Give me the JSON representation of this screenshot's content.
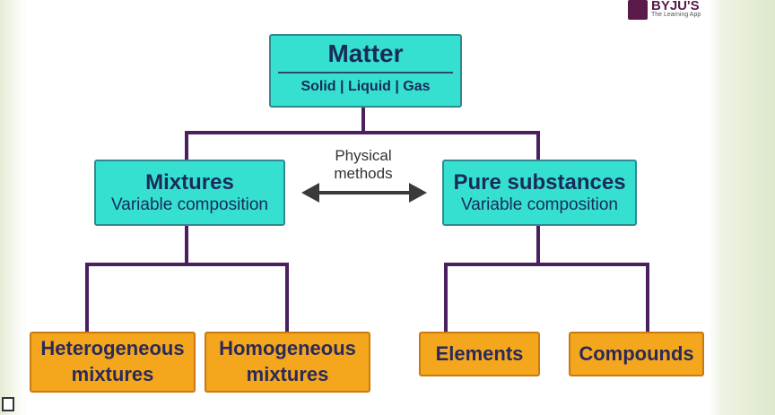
{
  "logo": {
    "brand": "BYJU'S",
    "tagline": "The Learning App"
  },
  "root": {
    "title": "Matter",
    "states": [
      "Solid",
      "Liquid",
      "Gas"
    ]
  },
  "mixtures": {
    "title": "Mixtures",
    "subtitle": "Variable composition"
  },
  "pure": {
    "title": "Pure substances",
    "subtitle": "Variable composition"
  },
  "arrow_label": {
    "line1": "Physical",
    "line2": "methods"
  },
  "leaves": [
    {
      "line1": "Heterogeneous",
      "line2": "mixtures"
    },
    {
      "line1": "Homogeneous",
      "line2": "mixtures"
    },
    {
      "line1": "Elements"
    },
    {
      "line1": "Compounds"
    }
  ],
  "colors": {
    "teal": "#36e0d0",
    "orange": "#f4a61c",
    "line": "#4a2060"
  }
}
